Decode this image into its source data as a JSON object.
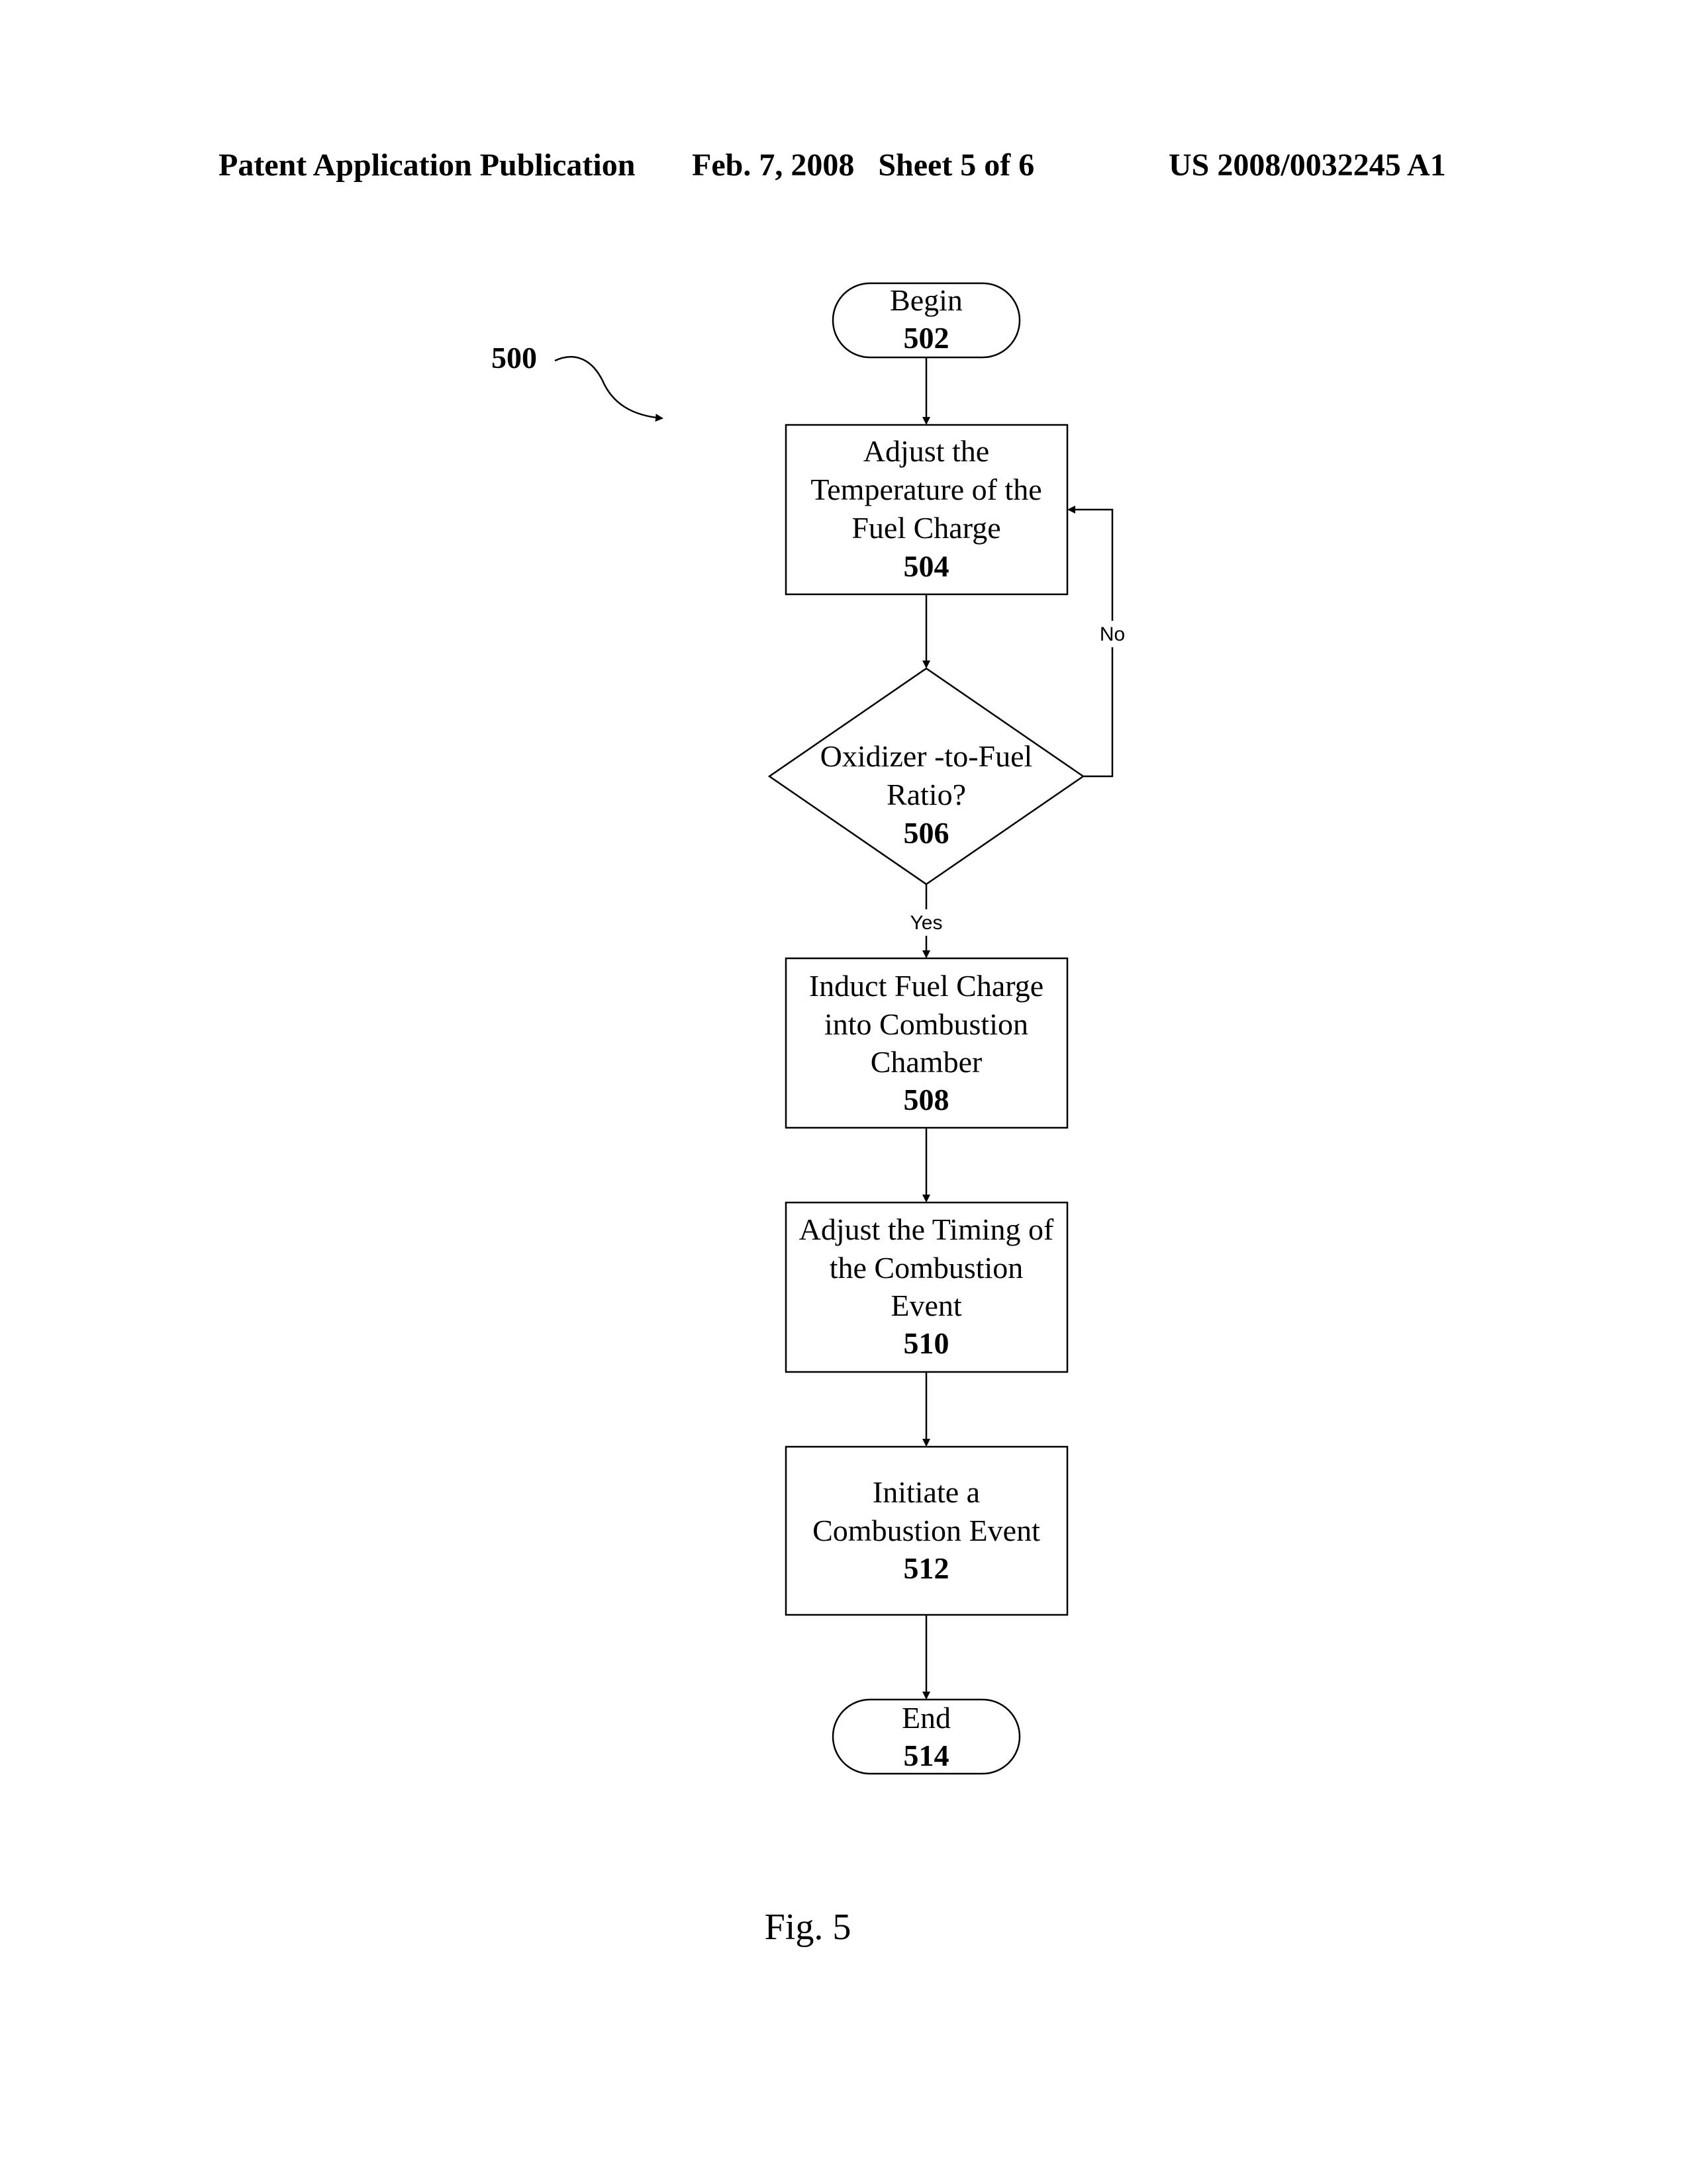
{
  "header": {
    "left": "Patent Application Publication",
    "middle": "Feb. 7, 2008   Sheet 5 of 6",
    "right": "US 2008/0032245 A1"
  },
  "diagram": {
    "reference": "500",
    "nodes": {
      "begin": {
        "lines": [
          "Begin"
        ],
        "number": "502"
      },
      "adjust_temp": {
        "lines": [
          "Adjust the",
          "Temperature of the",
          "Fuel Charge"
        ],
        "number": "504"
      },
      "ratio": {
        "lines": [
          "Oxidizer -to-Fuel",
          "Ratio?"
        ],
        "number": "506"
      },
      "induct": {
        "lines": [
          "Induct Fuel Charge",
          "into Combustion",
          "Chamber"
        ],
        "number": "508"
      },
      "adjust_timing": {
        "lines": [
          "Adjust the Timing of",
          "the Combustion",
          "Event"
        ],
        "number": "510"
      },
      "initiate": {
        "lines": [
          "Initiate a",
          "Combustion Event"
        ],
        "number": "512"
      },
      "end": {
        "lines": [
          "End"
        ],
        "number": "514"
      }
    },
    "edges": {
      "no": "No",
      "yes": "Yes"
    }
  },
  "figure_caption": "Fig. 5"
}
